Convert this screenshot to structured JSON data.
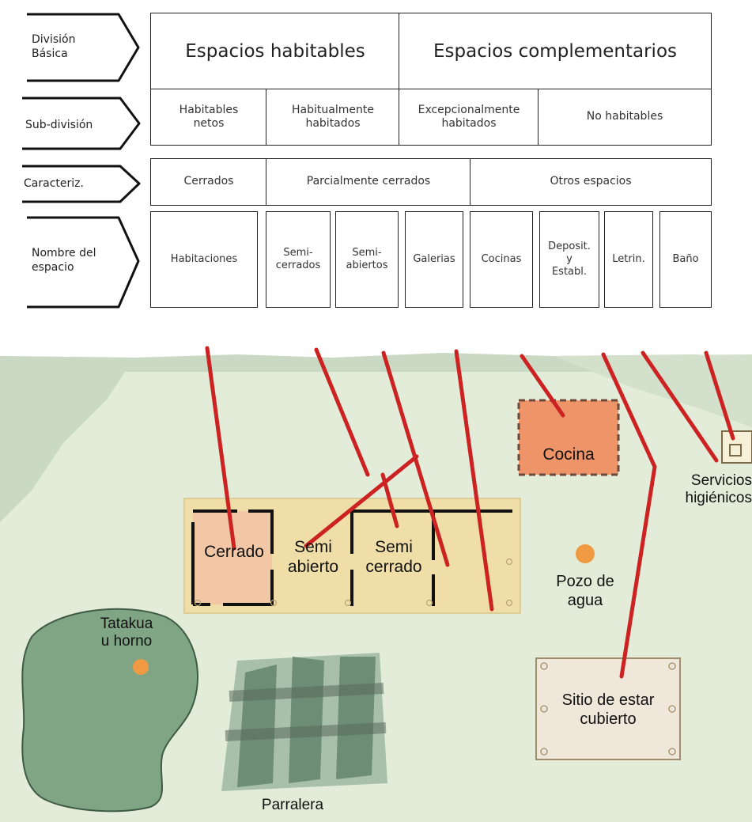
{
  "table": {
    "row_labels": {
      "basic": "División\nBásica",
      "sub": "Sub-división",
      "caract": "Caracteriz.",
      "nombre": "Nombre del\nespacio"
    },
    "basic": [
      "Espacios habitables",
      "Espacios complementarios"
    ],
    "sub": [
      "Habitables\nnetos",
      "Habitualmente\nhabitados",
      "Excepcionalmente\nhabitados",
      "No habitables"
    ],
    "caract": [
      "Cerrados",
      "Parcialmente cerrados",
      "Otros espacios"
    ],
    "nombre": [
      "Habitaciones",
      "Semi-\ncerrados",
      "Semi-\nabiertos",
      "Galerias",
      "Cocinas",
      "Deposit.\ny\nEstabl.",
      "Letrin.",
      "Baño"
    ]
  },
  "map": {
    "cerrado": "Cerrado",
    "semi_abierto": "Semi\nabierto",
    "semi_cerrado": "Semi\ncerrado",
    "cocina": "Cocina",
    "servicios": "Servicios\nhigiénicos",
    "pozo": "Pozo de\nagua",
    "tatakua": "Tatakua\nu horno",
    "sitio": "Sitio de estar\ncubierto",
    "parralera": "Parralera"
  },
  "colors": {
    "line_red": "#cc2222",
    "ground_green": "#e2ecd8",
    "bg_green": "#c9d9c4",
    "house_beige": "#f0dea8",
    "cerrado_fill": "#f2c7a6",
    "cocina_fill": "#ef9468",
    "dot_orange": "#f09a44",
    "tatakua_green": "#7fa585",
    "sitio_fill": "#efe7da"
  }
}
